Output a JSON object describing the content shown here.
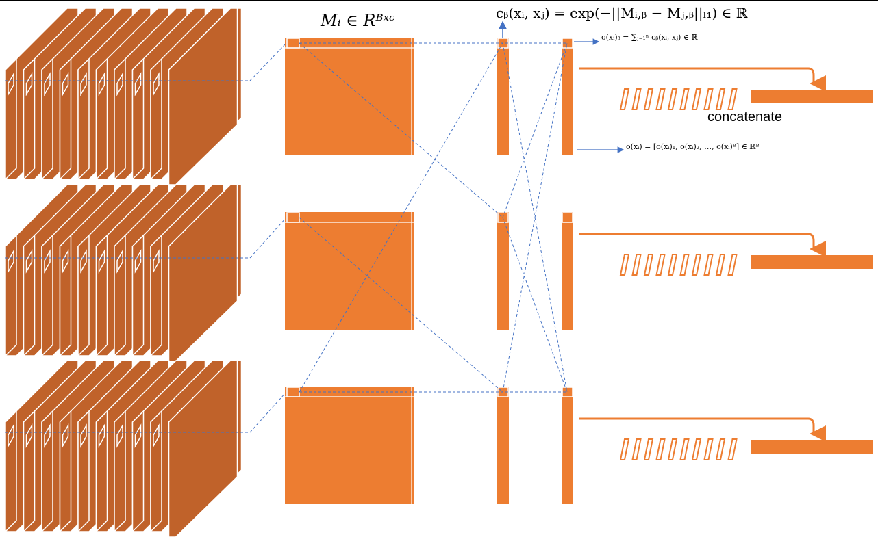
{
  "labels": {
    "matrix": "Mᵢ ∈ Rᴮˣᶜ",
    "similarity": "cᵦ(xᵢ, xⱼ)   =   exp(−||Mᵢ,ᵦ − Mⱼ,ᵦ||ₗ₁)   ∈   ℝ",
    "output_b": "o(xᵢ)ᵦ = ∑ⱼ₌₁ⁿ cᵦ(xᵢ, xⱼ) ∈ ℝ",
    "output_vector": "o(xᵢ) = [o(xᵢ)₁, o(xᵢ)₂, …, o(xᵢ)ᴮ] ∈ ℝᴮ",
    "concatenate": "concatenate"
  },
  "colors": {
    "tensor_face": "#c0622a",
    "matrix_fill": "#ed7d31",
    "outline": "#ffffff",
    "dashed_line": "#4472c4",
    "arrow": "#ed7d31",
    "text": "#000000"
  },
  "rows": [
    {
      "id": "sample-1"
    },
    {
      "id": "sample-2"
    },
    {
      "id": "sample-3"
    }
  ]
}
